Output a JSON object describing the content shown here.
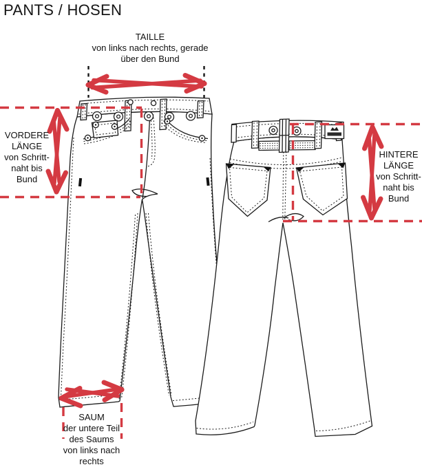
{
  "title": "PANTS / HOSEN",
  "colors": {
    "accent_red": "#d43a42",
    "line_black": "#1a1a1a",
    "background": "#ffffff"
  },
  "labels": {
    "taille": {
      "lines": [
        "TAILLE",
        "von links nach rechts, gerade",
        "über den Bund"
      ]
    },
    "vordere_laenge": {
      "lines": [
        "VORDERE",
        "LÄNGE",
        "von Schritt-",
        "naht bis",
        "Bund"
      ]
    },
    "hintere_laenge": {
      "lines": [
        "HINTERE",
        "LÄNGE",
        "von Schritt-",
        "naht bis",
        "Bund"
      ]
    },
    "saum": {
      "lines": [
        "SAUM",
        "der untere Teil",
        "des Saums",
        "von links nach",
        "rechts"
      ]
    }
  },
  "views": {
    "front": "front view of pants",
    "back": "back view of pants"
  }
}
